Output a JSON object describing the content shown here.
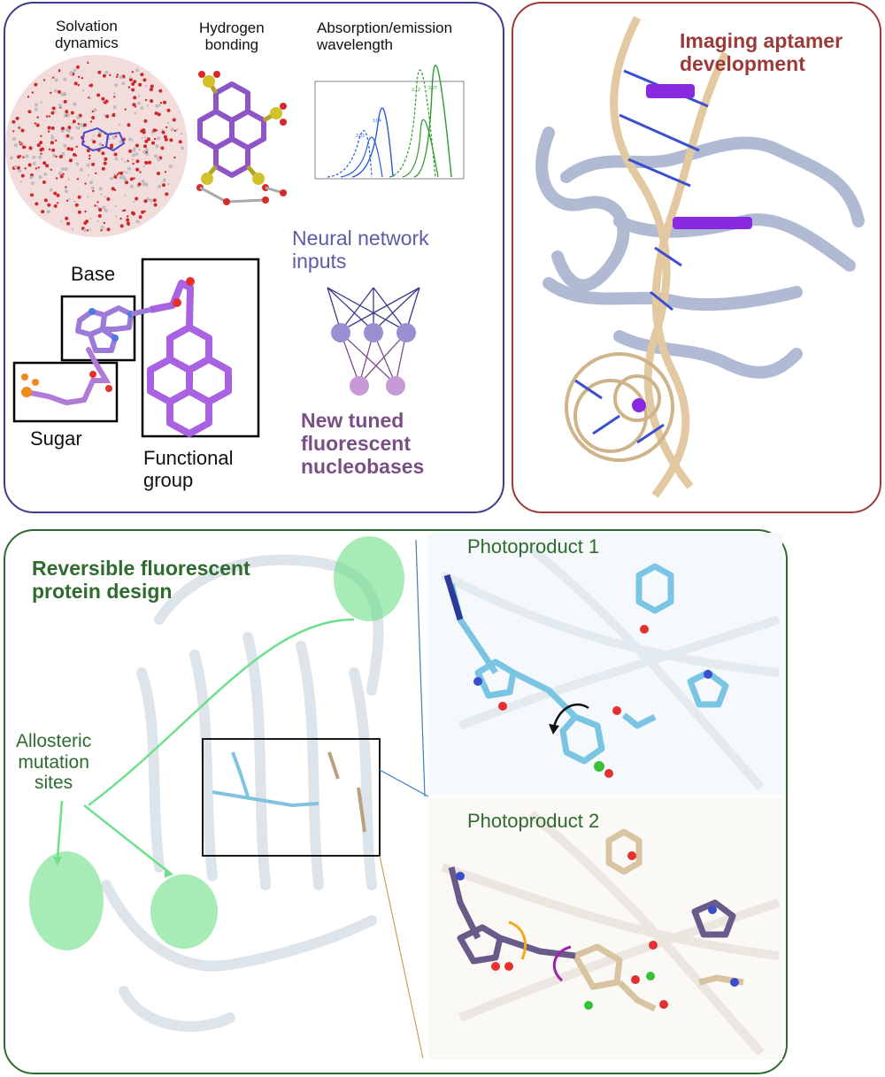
{
  "panels": {
    "nucleobase": {
      "solvation": "Solvation\ndynamics",
      "hbond": "Hydrogen\nbonding",
      "absorption": "Absorption/emission\nwavelength",
      "base": "Base",
      "sugar": "Sugar",
      "functional": "Functional\ngroup",
      "nn_inputs": "Neural network\ninputs",
      "new_tuned": "New tuned\nfluorescent\nnucleobases",
      "spectrum_peaks": [
        "3.03",
        "3.04",
        "3.12",
        "3.27"
      ]
    },
    "aptamer": {
      "title": "Imaging aptamer\ndevelopment"
    },
    "protein": {
      "title": "Reversible fluorescent\nprotein design",
      "allosteric": "Allosteric\nmutation\nsites",
      "photoproduct1": "Photoproduct 1",
      "photoproduct2": "Photoproduct 2"
    }
  },
  "colors": {
    "nucleobase_border": "#3c3c8c",
    "aptamer_border": "#9c3a3a",
    "protein_border": "#2e6b2e",
    "neural_text": "#5b5ba8",
    "tuned_text": "#7a4f86",
    "aptamer_text": "#9c3a3a",
    "protein_text": "#2e6b2e",
    "neuron_input": "#9b8fd4",
    "neuron_output": "#c79ad6"
  }
}
